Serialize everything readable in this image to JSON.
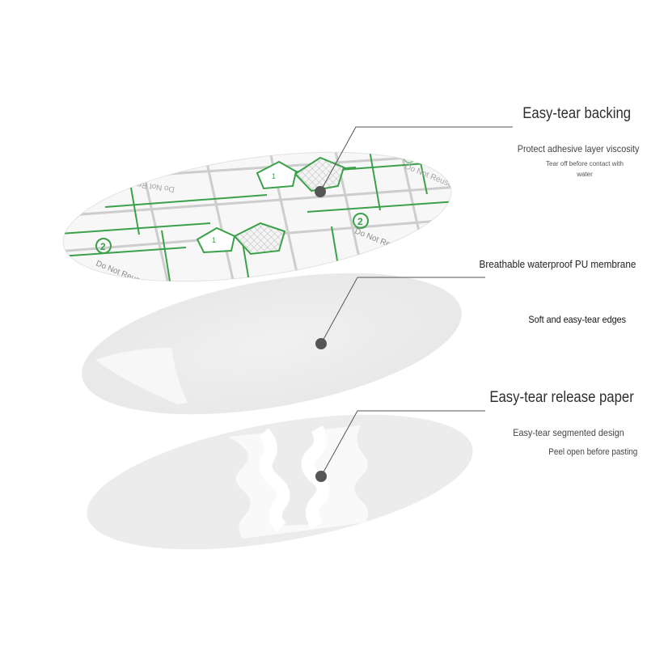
{
  "layers": [
    {
      "id": "backing",
      "title": "Easy-tear backing",
      "subtitle": "Protect adhesive layer viscosity",
      "note_line1": "Tear off before contact with",
      "note_line2": "water",
      "print_text_1": "Do Not Reuse",
      "print_text_2": "Do Not Reuse",
      "print_text_3": "Do Not Reuse",
      "print_text_4": "Do Not Reuse"
    },
    {
      "id": "membrane",
      "title": "Breathable waterproof PU membrane",
      "subtitle": "Soft and easy-tear edges"
    },
    {
      "id": "release",
      "title": "Easy-tear release paper",
      "subtitle": "Easy-tear segmented design",
      "note": "Peel open before pasting"
    }
  ],
  "colors": {
    "print_green": "#3aa14a",
    "grid_gray": "#c8c8c8",
    "film": "#f2f2f2",
    "leader": "#555555",
    "dot": "#555555"
  }
}
